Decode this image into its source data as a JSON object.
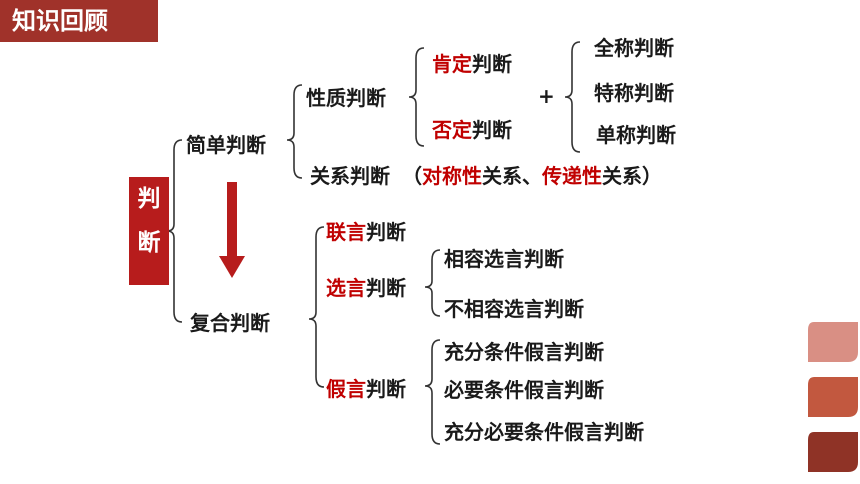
{
  "header": {
    "title": "知识回顾"
  },
  "root": {
    "char1": "判",
    "char2": "断"
  },
  "simple": {
    "label": "简单判断",
    "nature": {
      "label": "性质判断",
      "affirm": {
        "red": "肯定",
        "rest": "判断"
      },
      "negate": {
        "red": "否定",
        "rest": "判断"
      },
      "plus": "+",
      "quantity": [
        "全称判断",
        "特称判断",
        "单称判断"
      ]
    },
    "relation": {
      "label": "关系判断",
      "open": "（",
      "red1": "对称性",
      "mid1": "关系、",
      "red2": "传递性",
      "mid2": "关系",
      "close": "）"
    }
  },
  "compound": {
    "label": "复合判断",
    "conjunctive": {
      "red": "联言",
      "rest": "判断"
    },
    "disjunctive": {
      "red": "选言",
      "rest": "判断",
      "children": [
        "相容选言判断",
        "不相容选言判断"
      ]
    },
    "hypothetical": {
      "red": "假言",
      "rest": "判断",
      "children": [
        "充分条件假言判断",
        "必要条件假言判断",
        "充分必要条件假言判断"
      ]
    }
  },
  "colors": {
    "title_bg": "#a0322a",
    "root_bg": "#b71c1c",
    "accent_red": "#c00000",
    "deco": [
      "#d98f84",
      "#c2583f",
      "#8f3326"
    ]
  }
}
